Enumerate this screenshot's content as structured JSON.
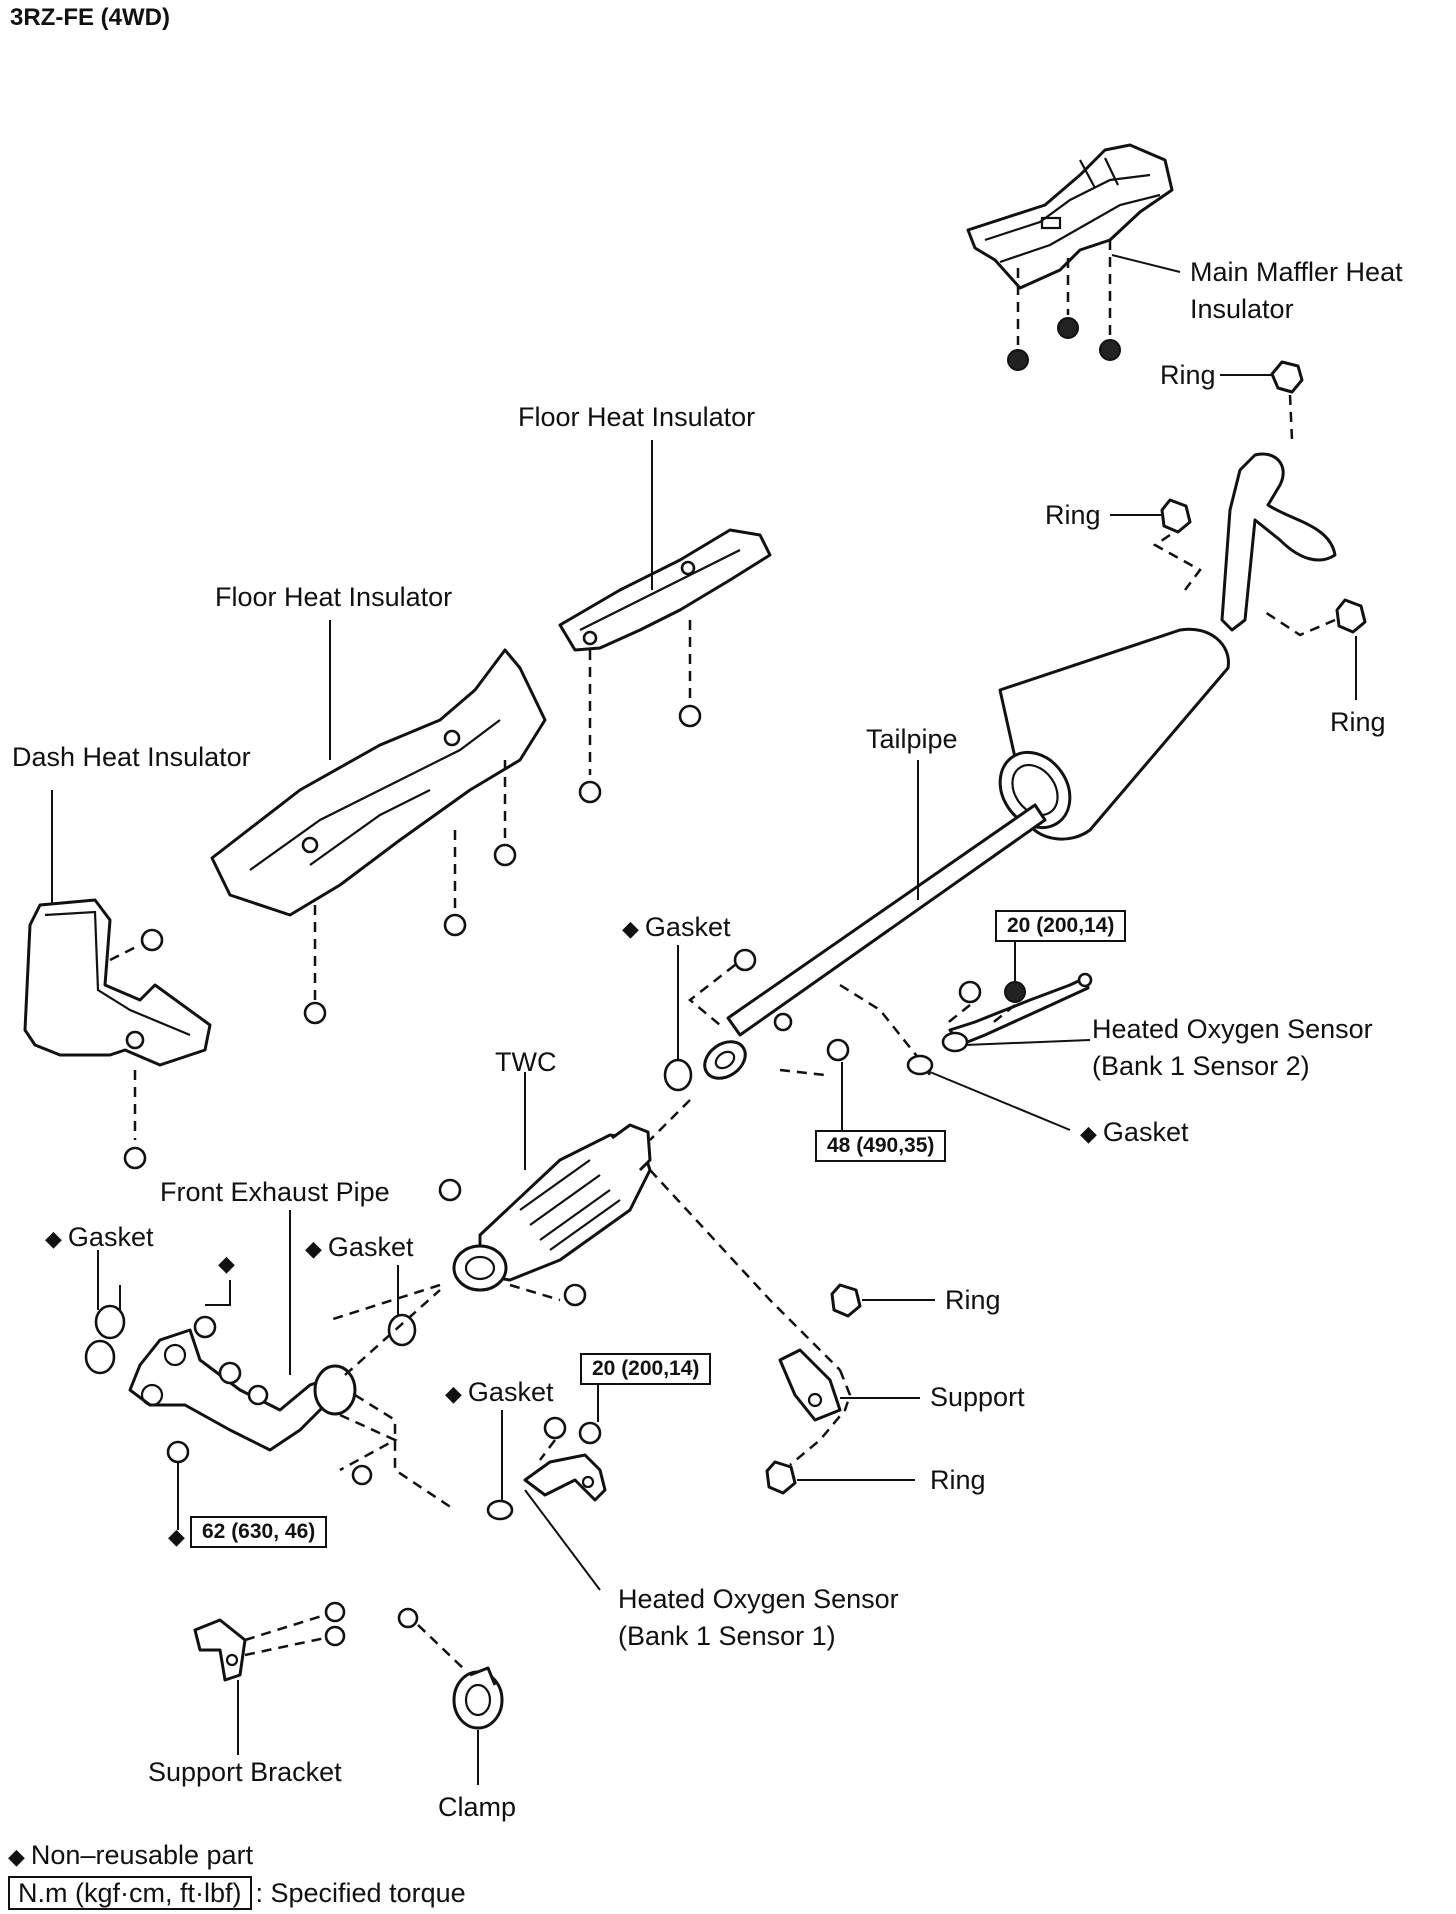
{
  "title": "3RZ-FE (4WD)",
  "labels": {
    "main_muffler_heat_insulator": [
      "Main Maffler Heat",
      "Insulator"
    ],
    "ring_top": "Ring",
    "ring_mid": "Ring",
    "ring_right": "Ring",
    "floor_heat_insulator_rear": "Floor Heat Insulator",
    "floor_heat_insulator_front": "Floor Heat Insulator",
    "dash_heat_insulator": "Dash Heat Insulator",
    "tailpipe": "Tailpipe",
    "gasket_tailpipe": "Gasket",
    "heated_oxygen_sensor_2": [
      "Heated Oxygen Sensor",
      "(Bank 1 Sensor 2)"
    ],
    "gasket_sensor_2": "Gasket",
    "twc": "TWC",
    "front_exhaust_pipe": "Front Exhaust Pipe",
    "gasket_manifold": "Gasket",
    "gasket_twc": "Gasket",
    "ring_support_upper": "Ring",
    "support": "Support",
    "ring_support_lower": "Ring",
    "gasket_sensor_1": "Gasket",
    "heated_oxygen_sensor_1": [
      "Heated Oxygen Sensor",
      "(Bank 1 Sensor 1)"
    ],
    "support_bracket": "Support Bracket",
    "clamp": "Clamp"
  },
  "torques": {
    "sensor_2": "20 (200,14)",
    "tailpipe_bolt": "48 (490,35)",
    "sensor_1": "20 (200,14)",
    "manifold": "62 (630, 46)"
  },
  "legend": {
    "non_reusable_symbol": "◆",
    "non_reusable_text": "Non–reusable part",
    "torque_units": "N.m (kgf·cm, ft·lbf)",
    "torque_text": ": Specified torque"
  },
  "colors": {
    "ink": "#111111",
    "paper": "#ffffff"
  }
}
